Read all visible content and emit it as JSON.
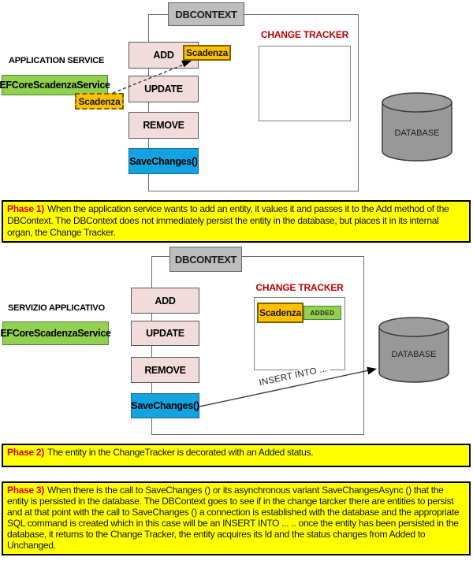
{
  "diagram1": {
    "dbcontext_label": "DBCONTEXT",
    "change_tracker_label": "CHANGE TRACKER",
    "app_service_heading": "APPLICATION SERVICE",
    "service_class_label": "EFCoreScadenzaService",
    "entity_passed_label": "Scadenza",
    "entity_arg_label": "Scadenza",
    "method_add": "ADD",
    "method_update": "UPDATE",
    "method_remove": "REMOVE",
    "save_changes_label": "SaveChanges()",
    "database_label": "DATABASE"
  },
  "phase1": {
    "label": "Phase 1)",
    "text": "When the application service wants to add an entity, it values it and passes it to the Add method of the DBContext. The DBContext does not immediately persist the entity in the database, but places it in its internal organ, the Change Tracker."
  },
  "diagram2": {
    "dbcontext_label": "DBCONTEXT",
    "change_tracker_label": "CHANGE TRACKER",
    "app_service_heading": "SERVIZIO APPLICATIVO",
    "service_class_label": "EFCoreScadenzaService",
    "entity_label": "Scadenza",
    "entity_status_label": "ADDED",
    "method_add": "ADD",
    "method_update": "UPDATE",
    "method_remove": "REMOVE",
    "save_changes_label": "SaveChanges()",
    "database_label": "DATABASE",
    "sql_arrow_label": "INSERT INTO ..."
  },
  "phase2": {
    "label": "Phase 2)",
    "text": "The entity in the ChangeTracker is decorated with an Added status."
  },
  "phase3": {
    "label": "Phase 3)",
    "text": "When there is the call to SaveChanges () or its asynchronous variant SaveChangesAsync () that the entity is persisted in the database. The DBContext goes to see if in the change tarcker there are entities to persist and at that point with the call to SaveChanges () a connection is established with the database and the appropriate SQL command is created which in this case will be an INSERT INTO ... .. once the entity has been persisted in the database, it returns to the Change Tracker, the entity acquires its Id and the status changes from Added to Unchanged."
  },
  "colors": {
    "highlight_yellow": "#ffff00",
    "phase_label_red": "#d40000",
    "change_tracker_red": "#c00000",
    "method_pink": "#f2dcdb",
    "entity_orange": "#ffc000",
    "service_green": "#92d050",
    "save_changes_blue": "#14a3e1",
    "dbcontext_gray": "#bdbdbd",
    "database_gray": "#989898"
  }
}
